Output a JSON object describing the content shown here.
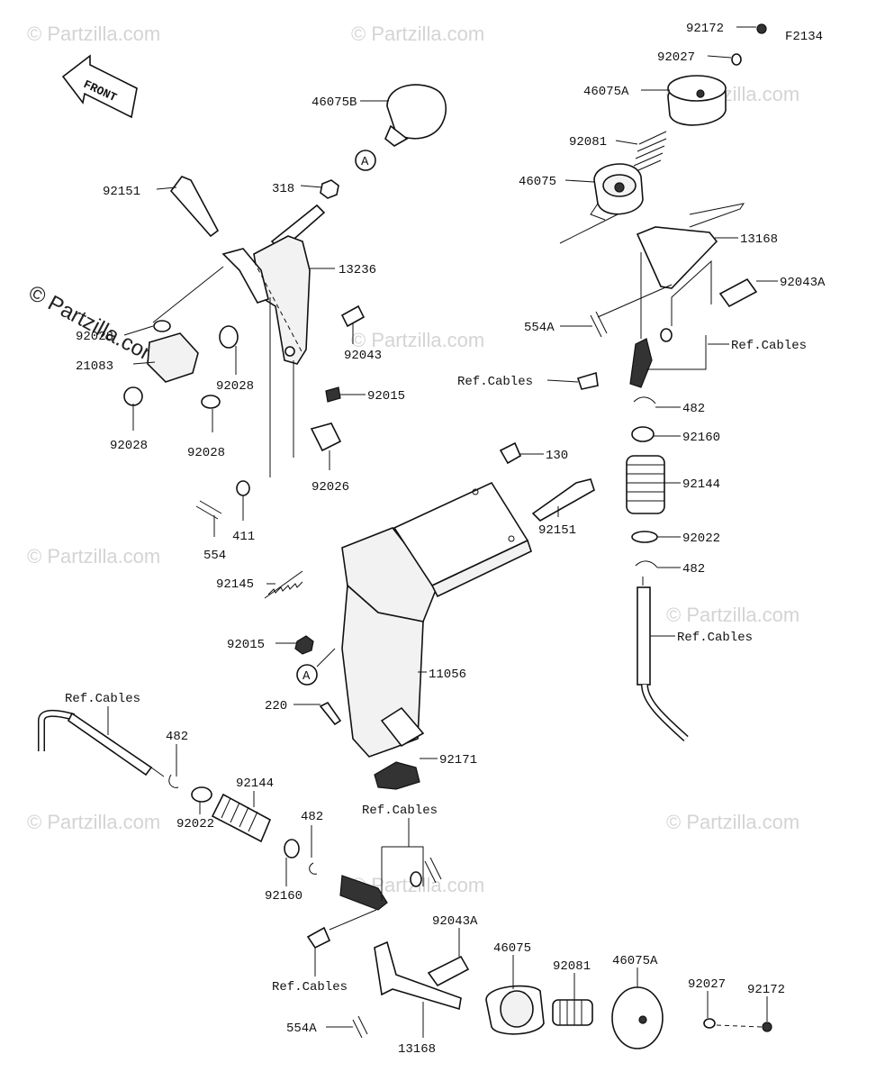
{
  "diagram_code": "F2134",
  "front_label": "FRONT",
  "callout_letter": "A",
  "watermark": "© Partzilla.com",
  "parts": {
    "p46075B": "46075B",
    "p318": "318",
    "p92151_top": "92151",
    "p13236": "13236",
    "p92028_a": "92028",
    "p21083": "21083",
    "p92028_b": "92028",
    "p92028_c": "92028",
    "p92028_d": "92028",
    "p92043": "92043",
    "p92015_top": "92015",
    "p92026": "92026",
    "p554": "554",
    "p411": "411",
    "p92145": "92145",
    "p92015_mid": "92015",
    "p220": "220",
    "p11056": "11056",
    "p92171": "92171",
    "p130": "130",
    "p92151_mid": "92151",
    "p92172_top": "92172",
    "p92027_top": "92027",
    "p46075A_top": "46075A",
    "p92081_top": "92081",
    "p46075_top": "46075",
    "p13168_top": "13168",
    "p92043A_top": "92043A",
    "p554A_top": "554A",
    "p_refcables_r1": "Ref.Cables",
    "p_refcables_r2": "Ref.Cables",
    "p482_r1": "482",
    "p92160_r": "92160",
    "p92144_r": "92144",
    "p92022_r": "92022",
    "p482_r2": "482",
    "p_refcables_r3": "Ref.Cables",
    "p_refcables_l1": "Ref.Cables",
    "p482_l1": "482",
    "p92144_l": "92144",
    "p92022_l": "92022",
    "p482_l2": "482",
    "p92160_l": "92160",
    "p_refcables_l2": "Ref.Cables",
    "p_refcables_l3": "Ref.Cables",
    "p92043A_bot": "92043A",
    "p46075_bot": "46075",
    "p92081_bot": "92081",
    "p46075A_bot": "46075A",
    "p92027_bot": "92027",
    "p92172_bot": "92172",
    "p554A_bot": "554A",
    "p13168_bot": "13168"
  }
}
